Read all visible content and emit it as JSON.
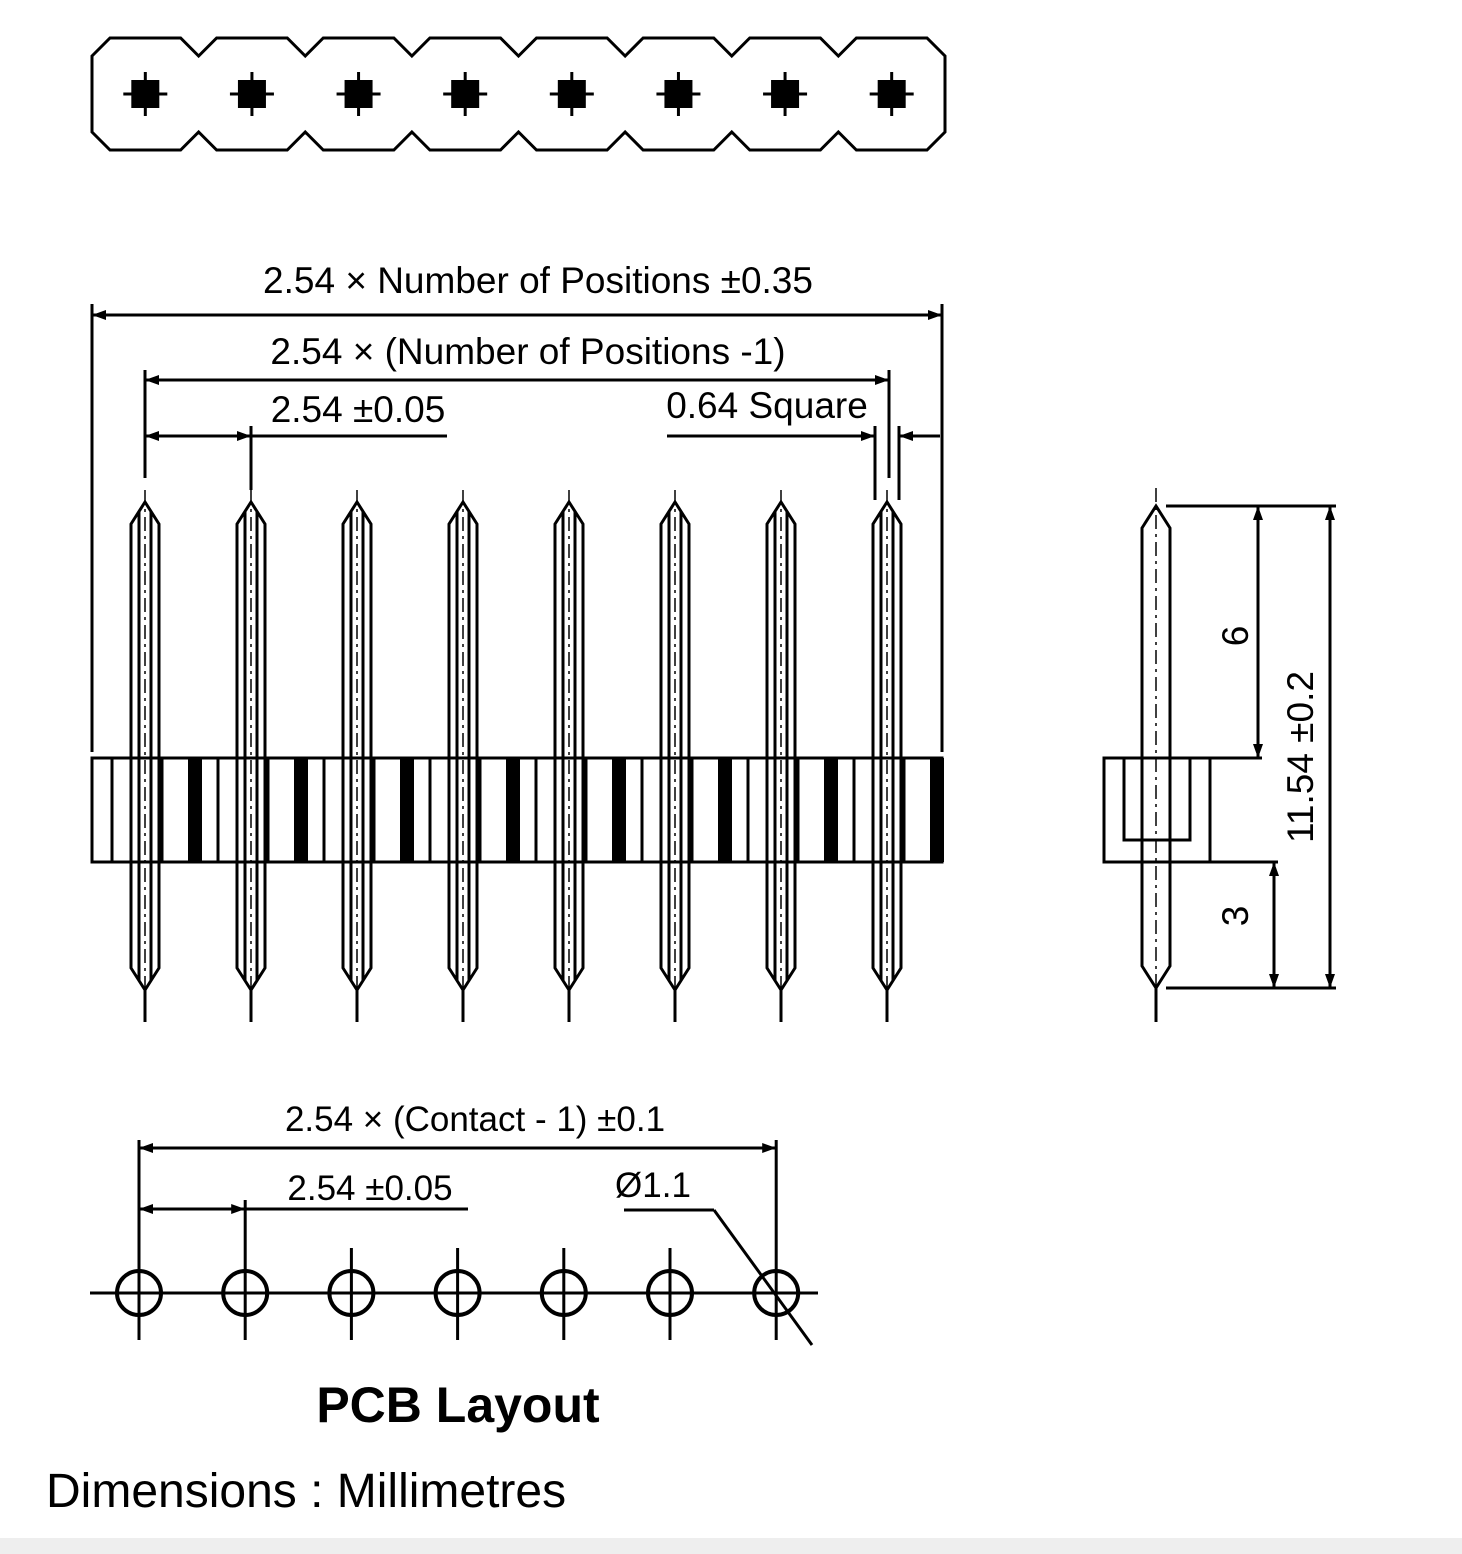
{
  "views": {
    "top": {
      "positions": 8
    },
    "front": {
      "positions": 8,
      "overall_width_label": "2.54 × Number of Positions ±0.35",
      "pin_span_label": "2.54 × (Number of Positions -1)",
      "pitch_label": "2.54 ±0.05",
      "pin_size_label": "0.64 Square"
    },
    "side": {
      "upper_pin_label": "6",
      "total_length_label": "11.54 ±0.2",
      "lower_pin_label": "3"
    },
    "pcb": {
      "holes": 7,
      "span_label": "2.54 × (Contact - 1) ±0.1",
      "pitch_label": "2.54 ±0.05",
      "hole_label": "Ø1.1",
      "title": "PCB Layout"
    }
  },
  "units_label": "Dimensions : Millimetres"
}
